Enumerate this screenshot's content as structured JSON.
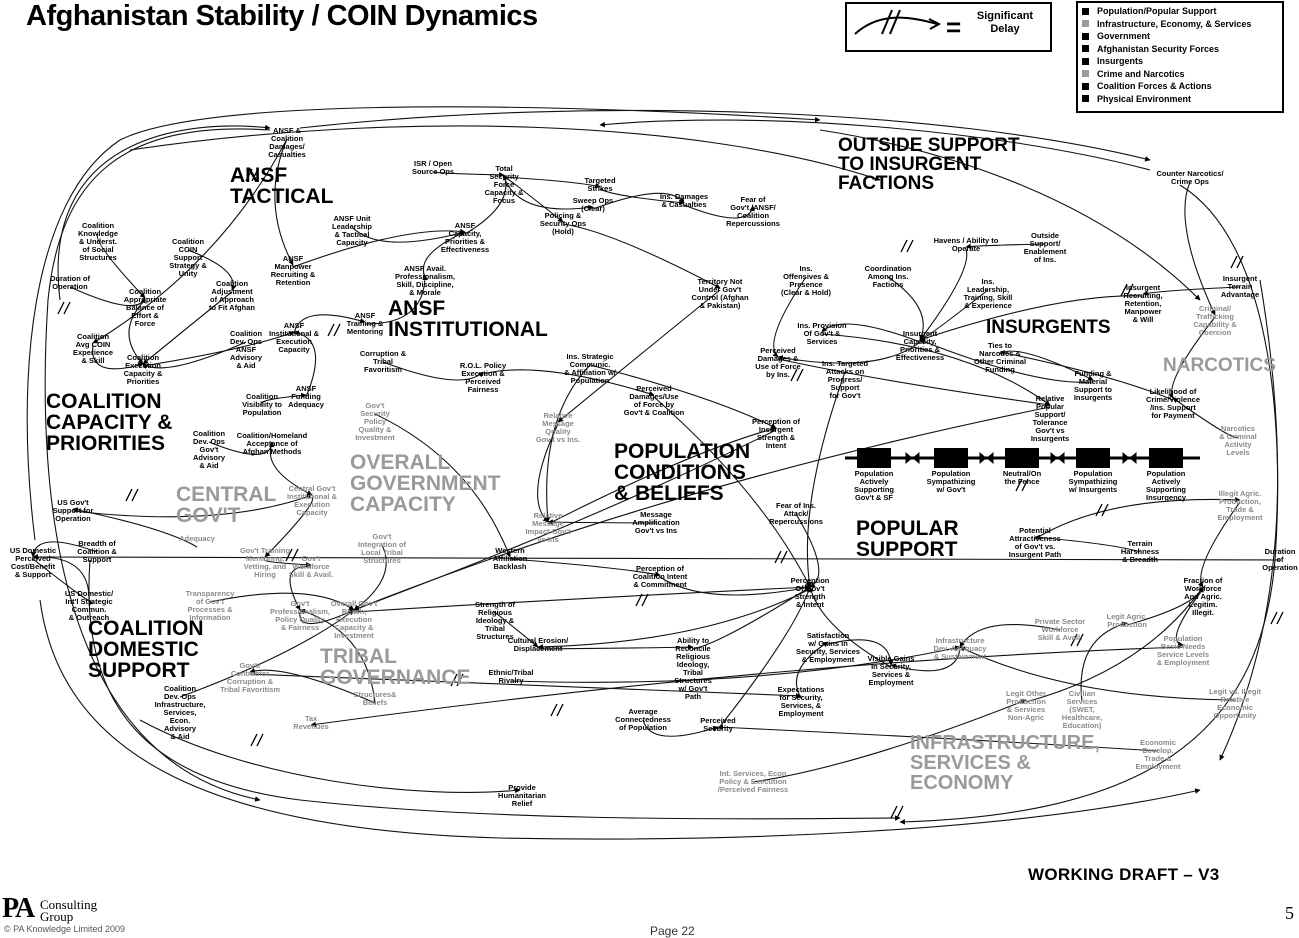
{
  "title": "Afghanistan Stability / COIN Dynamics",
  "delay_legend": {
    "symbol": "=",
    "label": "Significant\nDelay"
  },
  "legend": [
    {
      "label": "Population/Popular Support",
      "color": "#000000"
    },
    {
      "label": "Infrastructure, Economy, & Services",
      "color": "#9a9a9a"
    },
    {
      "label": "Government",
      "color": "#000000"
    },
    {
      "label": "Afghanistan Security Forces",
      "color": "#000000"
    },
    {
      "label": "Insurgents",
      "color": "#000000"
    },
    {
      "label": "Crime and Narcotics",
      "color": "#9a9a9a"
    },
    {
      "label": "Coalition Forces & Actions",
      "color": "#000000"
    },
    {
      "label": "Physical Environment",
      "color": "#000000"
    }
  ],
  "regions": [
    {
      "id": "ansf-tactical",
      "text": "ANSF\nTACTICAL",
      "tone": "dark"
    },
    {
      "id": "ansf-institutional",
      "text": "ANSF\nINSTITUTIONAL",
      "tone": "dark"
    },
    {
      "id": "outside-support",
      "text": "OUTSIDE SUPPORT\nTO INSURGENT\nFACTIONS",
      "tone": "dark"
    },
    {
      "id": "insurgents",
      "text": "INSURGENTS",
      "tone": "dark"
    },
    {
      "id": "narcotics",
      "text": "NARCOTICS",
      "tone": "grey"
    },
    {
      "id": "coalition-capacity",
      "text": "COALITION\nCAPACITY &\nPRIORITIES",
      "tone": "dark"
    },
    {
      "id": "overall-government",
      "text": "OVERALL\nGOVERNMENT\nCAPACITY",
      "tone": "grey"
    },
    {
      "id": "central-govt",
      "text": "CENTRAL\nGOV'T",
      "tone": "grey"
    },
    {
      "id": "population-conditions",
      "text": "POPULATION\nCONDITIONS\n& BELIEFS",
      "tone": "dark"
    },
    {
      "id": "popular-support",
      "text": "POPULAR\nSUPPORT",
      "tone": "dark"
    },
    {
      "id": "coalition-domestic",
      "text": "COALITION\nDOMESTIC\nSUPPORT",
      "tone": "dark"
    },
    {
      "id": "tribal-governance",
      "text": "TRIBAL\nGOVERNANCE",
      "tone": "grey"
    },
    {
      "id": "infrastructure",
      "text": "INFRASTRUCTURE,\nSERVICES &\nECONOMY",
      "tone": "grey"
    }
  ],
  "support_chain": [
    "Population\nActively\nSupporting\nGov't & SF",
    "Population\nSympathizing\nw/ Gov't",
    "Neutral/On\nthe Fence",
    "Population\nSympathizing\nw/ Insurgents",
    "Population\nActively\nSupporting\nInsurgency"
  ],
  "nodes": [
    {
      "text": "ANSF &\nCoalition\nDamages/\nCasualties",
      "tone": "dark"
    },
    {
      "text": "ISR / Open\nSource Ops",
      "tone": "dark"
    },
    {
      "text": "Total\nSecurity\nForce\nCapacity &\nFocus",
      "tone": "dark"
    },
    {
      "text": "Targeted\nStrikes",
      "tone": "dark"
    },
    {
      "text": "Sweep Ops\n(Clear)",
      "tone": "dark"
    },
    {
      "text": "Policing &\nSecurity Ops\n(Hold)",
      "tone": "dark"
    },
    {
      "text": "Ins. Damages\n& Casualties",
      "tone": "dark"
    },
    {
      "text": "Fear of\nGov't /ANSF/\nCoalition\nRepercussions",
      "tone": "dark"
    },
    {
      "text": "Counter Narcotics/\nCrime Ops",
      "tone": "dark"
    },
    {
      "text": "Coalition\nKnowledge\n& Underst.\nof Social\nStructures",
      "tone": "dark"
    },
    {
      "text": "Coalition\nCOIN\nSupport\nStrategy &\nUnity",
      "tone": "dark"
    },
    {
      "text": "ANSF Unit\nLeadership\n& Tactical\nCapacity",
      "tone": "dark"
    },
    {
      "text": "ANSF\nCapacity,\nPriorities &\nEffectiveness",
      "tone": "dark"
    },
    {
      "text": "ANSF\nManpower\nRecruiting &\nRetention",
      "tone": "dark"
    },
    {
      "text": "ANSF Avail.\nProfessionalism,\nSkill, Discipline,\n& Morale",
      "tone": "dark"
    },
    {
      "text": "Havens / Ability to\nOperate",
      "tone": "dark"
    },
    {
      "text": "Outside\nSupport/\nEnablement\nof Ins.",
      "tone": "dark"
    },
    {
      "text": "Duration of\nOperation",
      "tone": "dark"
    },
    {
      "text": "Coalition\nAppropriate\nBalance of\nEffort &\nForce",
      "tone": "dark"
    },
    {
      "text": "Coalition\nAdjustment\nof Approach\nto Fit Afghan",
      "tone": "dark"
    },
    {
      "text": "Territory Not\nUnder Gov't\nControl (Afghan\n& Pakistan)",
      "tone": "dark"
    },
    {
      "text": "Ins.\nOffensives &\nPresence\n(Clear & Hold)",
      "tone": "dark"
    },
    {
      "text": "Coordination\nAmong Ins.\nFactions",
      "tone": "dark"
    },
    {
      "text": "Ins.\nLeadership,\nTraining, Skill\n& Experience",
      "tone": "dark"
    },
    {
      "text": "Insurgent\nRecruiting,\nRetention,\nManpower\n& Will",
      "tone": "dark"
    },
    {
      "text": "Insurgent\nTerrain\nAdvantage",
      "tone": "dark"
    },
    {
      "text": "Criminal/\nTrafficking\nCapability &\nCoercion",
      "tone": "grey"
    },
    {
      "text": "ANSF\nTraining &\nMentoring",
      "tone": "dark"
    },
    {
      "text": "ANSF\nInstitutional &\nExecution\nCapacity",
      "tone": "dark"
    },
    {
      "text": "Coalition\nAvg COIN\nExperience\n& Skill",
      "tone": "dark"
    },
    {
      "text": "Coalition\nExecution\nCapacity &\nPriorities",
      "tone": "dark"
    },
    {
      "text": "Coalition\nDev. Ops\nANSF\nAdvisory\n& Aid",
      "tone": "dark"
    },
    {
      "text": "Corruption &\nTribal\nFavoritism",
      "tone": "dark"
    },
    {
      "text": "R.O.L. Policy\nExecution &\nPerceived\nFairness",
      "tone": "dark"
    },
    {
      "text": "Ins. Provision\nOf Gov't &\nServices",
      "tone": "dark"
    },
    {
      "text": "Perceived\nDamages &\nUse of Force\nby Ins.",
      "tone": "dark"
    },
    {
      "text": "Insurgent\nCapacity,\nPriorities &\nEffectiveness",
      "tone": "dark"
    },
    {
      "text": "Ties to\nNarcotics &\nOther Criminal\nFunding",
      "tone": "dark"
    },
    {
      "text": "Funding &\nMaterial\nSupport to\nInsurgents",
      "tone": "dark"
    },
    {
      "text": "Likelihood of\nCrime/Violence\n/Ins. Support\nfor Payment",
      "tone": "dark"
    },
    {
      "text": "Ins. Strategic\nCommunic.\n& Affiliation w/\nPopulation",
      "tone": "dark"
    },
    {
      "text": "ANSF\nFunding\nAdequacy",
      "tone": "dark"
    },
    {
      "text": "Coalition\nVisibility to\nPopulation",
      "tone": "dark"
    },
    {
      "text": "Gov't\nSecurity\nPolicy\nQuality &\nInvestment",
      "tone": "grey"
    },
    {
      "text": "Perceived\nDamages/Use\nof Force by\nGov't & Coalition",
      "tone": "dark"
    },
    {
      "text": "Ins. Targeted\nAttacks on\nProgress/\nSupport\nfor Gov't",
      "tone": "dark"
    },
    {
      "text": "Relative\nMessage\nQuality\nGov't vs Ins.",
      "tone": "grey"
    },
    {
      "text": "Perception of\nInsurgent\nStrength &\nIntent",
      "tone": "dark"
    },
    {
      "text": "Relative\nPopular\nSupport/\nTolerance\nGov't vs\nInsurgents",
      "tone": "dark"
    },
    {
      "text": "Narcotics\n& Criminal\nActivity\nLevels",
      "tone": "grey"
    },
    {
      "text": "Coalition\nDev. Ops\nGov't\nAdvisory\n& Aid",
      "tone": "dark"
    },
    {
      "text": "Coalition/Homeland\nAcceptance of\nAfghan Methods",
      "tone": "dark"
    },
    {
      "text": "Central Gov't\nInstitutional &\nExecution\nCapacity",
      "tone": "grey"
    },
    {
      "text": "US Gov't\nSupport for\nOperation",
      "tone": "dark"
    },
    {
      "text": "Adequacy",
      "tone": "grey"
    },
    {
      "text": "Gov't Training\nMentoring,\nVetting, and\nHiring",
      "tone": "grey"
    },
    {
      "text": "Gov't\nWorkforce\nSkill & Avail.",
      "tone": "grey"
    },
    {
      "text": "Gov't\nIntegration of\nLocal Tribal\nStructures",
      "tone": "grey"
    },
    {
      "text": "Relative\nMessage\nImpact Gov't\nvs Ins",
      "tone": "grey"
    },
    {
      "text": "Message\nAmplification\nGov't vs Ins",
      "tone": "dark"
    },
    {
      "text": "Fear of Ins.\nAttack/\nRepercussions",
      "tone": "dark"
    },
    {
      "text": "Potential\nAttractiveness\nof Gov't vs.\nInsurgent Path",
      "tone": "dark"
    },
    {
      "text": "Terrain\nHarshness\n& Breadth",
      "tone": "dark"
    },
    {
      "text": "Illegit Agric.\nProduction,\nTrade &\nEmployment",
      "tone": "grey"
    },
    {
      "text": "Duration of\nOperation",
      "tone": "dark"
    },
    {
      "text": "US Domestic\nPerceived\nCost/Benefit\n& Support",
      "tone": "dark"
    },
    {
      "text": "Breadth of\nCoalition &\nSupport",
      "tone": "dark"
    },
    {
      "text": "Western\nAffiliation\nBacklash",
      "tone": "dark"
    },
    {
      "text": "Perception of\nCoalition Intent\n& Commitment",
      "tone": "dark"
    },
    {
      "text": "Transparency\nof Gov't\nProcesses &\nInformation",
      "tone": "grey"
    },
    {
      "text": "Gov't\nProfessionalism,\nPolicy Quality\n& Fairness",
      "tone": "grey"
    },
    {
      "text": "Overall Gov't\nReach,\nExecution\nCapacity &\nInvestment",
      "tone": "grey"
    },
    {
      "text": "Perception\nOf Gov't\nStrength\n& Intent",
      "tone": "dark"
    },
    {
      "text": "US Domestic/\nInt'l Strategic\nCommun.\n& Outreach",
      "tone": "dark"
    },
    {
      "text": "Strength of\nReligious\nIdeology &\nTribal\nStructures",
      "tone": "dark"
    },
    {
      "text": "Cultural Erosion/\nDisplacement",
      "tone": "dark"
    },
    {
      "text": "Ability to\nReconcile\nReligious\nIdeology,\nTribal\nStructures\nw/ Gov't\nPath",
      "tone": "dark"
    },
    {
      "text": "Satisfaction\nw/ Gains in\nSecurity, Services\n& Employment",
      "tone": "dark"
    },
    {
      "text": "Visible Gains\nIn Security,\nServices &\nEmployment",
      "tone": "dark"
    },
    {
      "text": "Infrastructure\nDev. Adequacy\n& Sustainment",
      "tone": "grey"
    },
    {
      "text": "Private Sector\nWorkforce\nSkill & Avail.",
      "tone": "grey"
    },
    {
      "text": "Legit Agric.\nProduction",
      "tone": "grey"
    },
    {
      "text": "Fraction of\nWorkforce\nAnd Agric.\nLegitim.\nIllegit.",
      "tone": "dark"
    },
    {
      "text": "Population\nBasic Needs\nService Levels\n& Employment",
      "tone": "grey"
    },
    {
      "text": "Gov't/\nContractor\nCorruption &\nTribal Favoritism",
      "tone": "grey"
    },
    {
      "text": "Ethnic/Tribal\nRivalry",
      "tone": "dark"
    },
    {
      "text": "Structures&\nBeliefs",
      "tone": "grey"
    },
    {
      "text": "Coalition\nDev. Ops\nInfrastructure,\nServices,\nEcon.\nAdvisory\n& Aid",
      "tone": "dark"
    },
    {
      "text": "Tax\nRevenues",
      "tone": "grey"
    },
    {
      "text": "Average\nConnectedness\nof Population",
      "tone": "dark"
    },
    {
      "text": "Perceived\nSecurity",
      "tone": "dark"
    },
    {
      "text": "Expectations\nfor Security,\nServices, &\nEmployment",
      "tone": "dark"
    },
    {
      "text": "Legit Other\nProduction\n& Services\nNon-Agric",
      "tone": "grey"
    },
    {
      "text": "Civilian\nServices\n(SWET,\nHealthcare,\nEducation)",
      "tone": "grey"
    },
    {
      "text": "Legit vs. Illegit\nRelative\nEconomic\nOpportunity",
      "tone": "grey"
    },
    {
      "text": "Economic\nDevelop.\nTrade &\nEmployment",
      "tone": "grey"
    },
    {
      "text": "Int. Services, Econ\nPolicy & Execution\n/Perceived Fairness",
      "tone": "grey"
    },
    {
      "text": "Provide\nHumanitarian\nRelief",
      "tone": "dark"
    }
  ],
  "footer": {
    "draft": "WORKING DRAFT – V3",
    "logo_mark": "PA",
    "logo_name": "Consulting\nGroup",
    "copyright": "© PA Knowledge Limited 2009",
    "page": "Page 22",
    "slide_number": "5"
  }
}
